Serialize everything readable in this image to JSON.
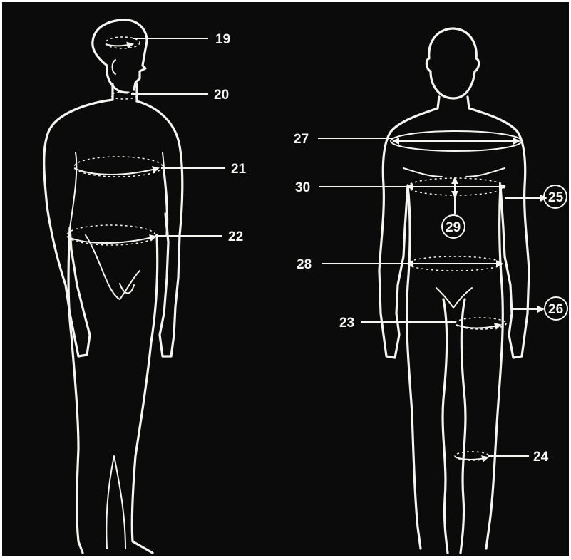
{
  "colors": {
    "background": "#0b0b0b",
    "line": "#f4f4f0",
    "frame": "#ffffff"
  },
  "figures": {
    "side_view": "side-view-figure",
    "front_view": "front-view-figure"
  },
  "labels": {
    "l19": "19",
    "l20": "20",
    "l21": "21",
    "l22": "22",
    "l23": "23",
    "l24": "24",
    "l25": "25",
    "l26": "26",
    "l27": "27",
    "l28": "28",
    "l29": "29",
    "l30": "30"
  }
}
